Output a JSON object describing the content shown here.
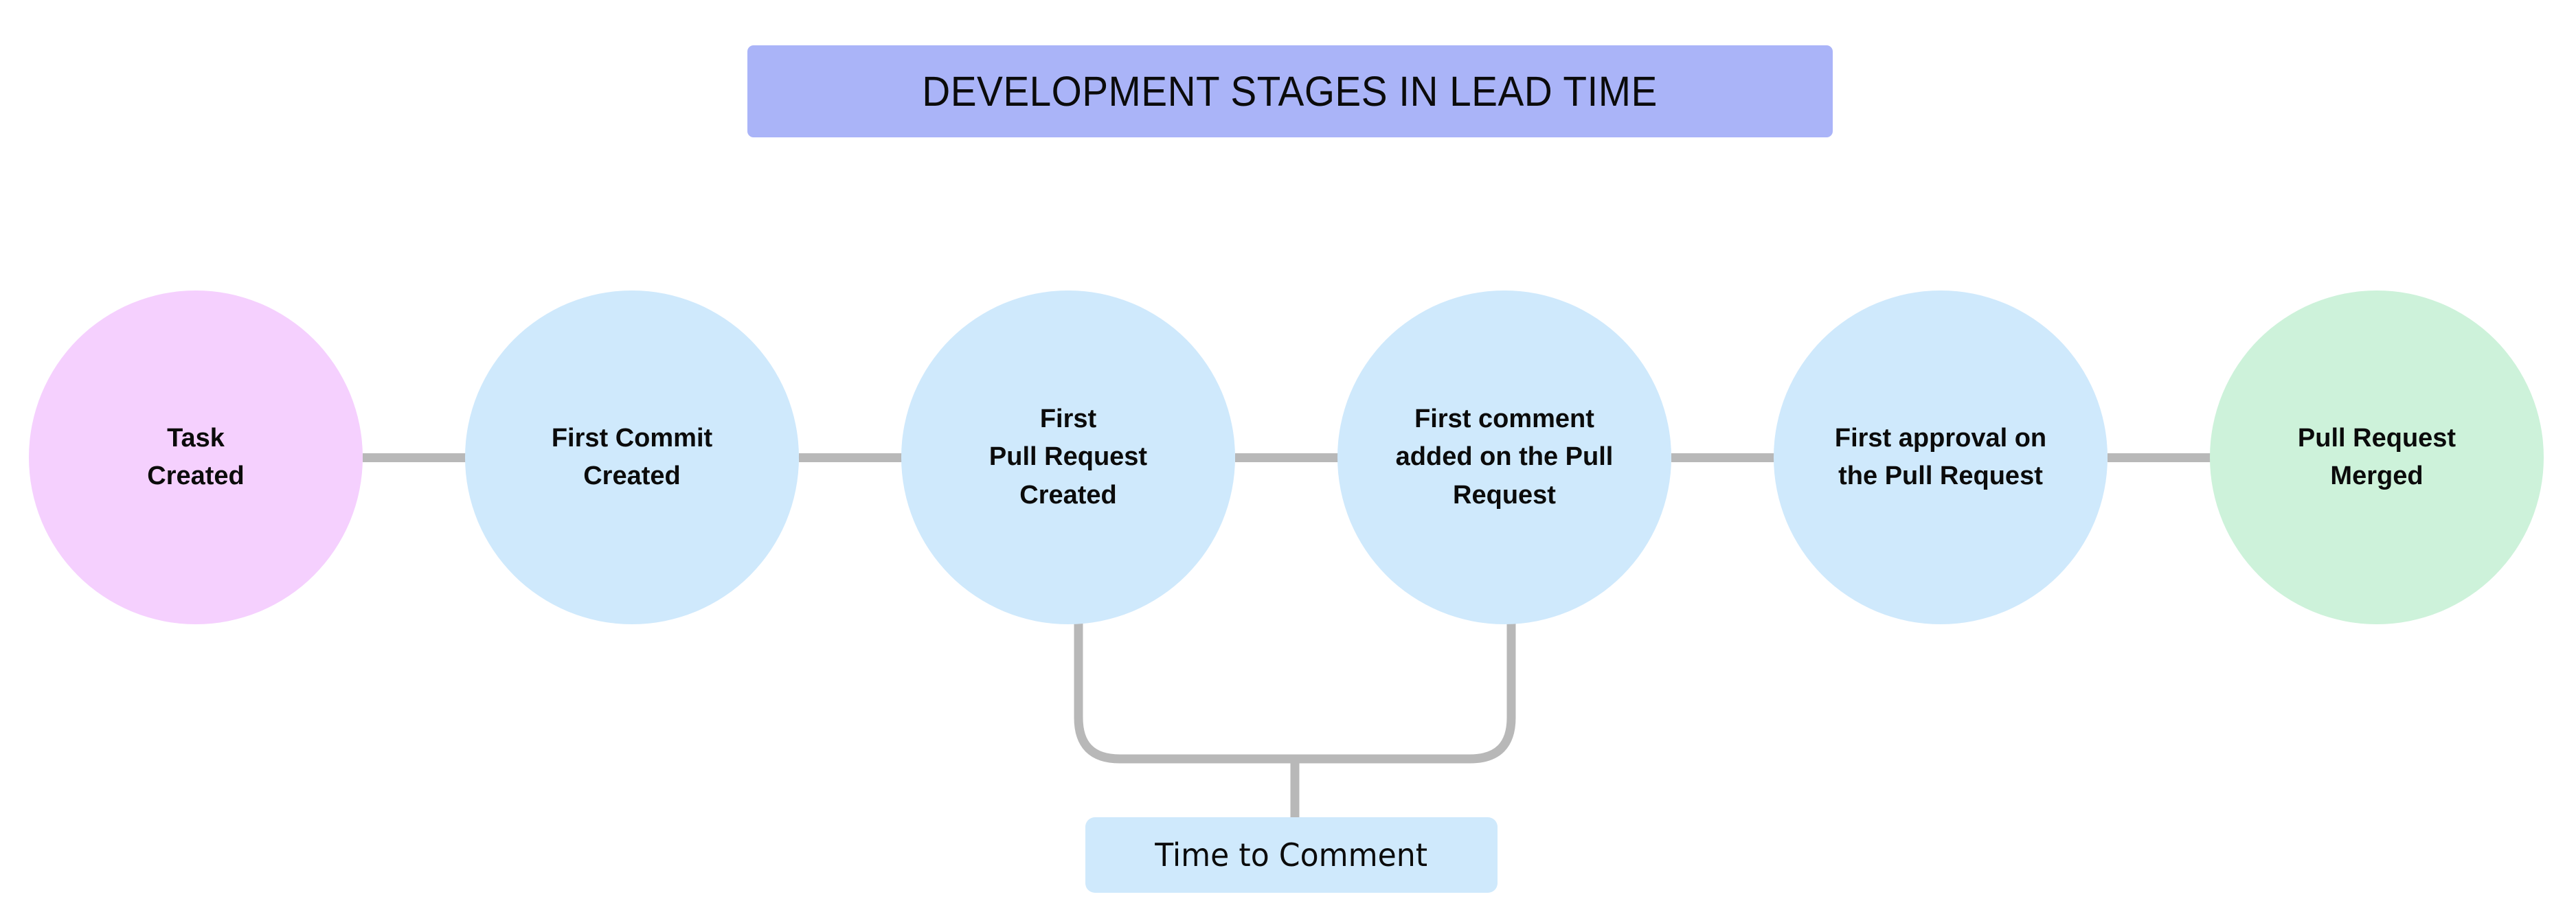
{
  "diagram": {
    "title": "DEVELOPMENT STAGES IN LEAD TIME",
    "title_bg_color": "#aab4f8",
    "background_color": "#ffffff",
    "link_color": "#b8b8b8",
    "stages": [
      {
        "id": "task-created",
        "label": "Task\nCreated",
        "color": "#f5d0fe",
        "color_name": "pink"
      },
      {
        "id": "first-commit-created",
        "label": "First Commit\nCreated",
        "color": "#cfe9fc",
        "color_name": "blue"
      },
      {
        "id": "first-pull-request-created",
        "label": "First\nPull Request\nCreated",
        "color": "#cfe9fc",
        "color_name": "blue"
      },
      {
        "id": "first-comment-on-pull-request",
        "label": "First comment\nadded on the Pull\nRequest",
        "color": "#cfe9fc",
        "color_name": "blue"
      },
      {
        "id": "first-approval-on-pull-request",
        "label": "First approval on\nthe Pull Request",
        "color": "#cfe9fc",
        "color_name": "blue"
      },
      {
        "id": "pull-request-merged",
        "label": "Pull Request\nMerged",
        "color": "#cdf2da",
        "color_name": "green"
      }
    ],
    "annotation": {
      "label": "Time to Comment",
      "color": "#cfe9fc",
      "spans_from": "first-pull-request-created",
      "spans_to": "first-comment-on-pull-request"
    }
  }
}
